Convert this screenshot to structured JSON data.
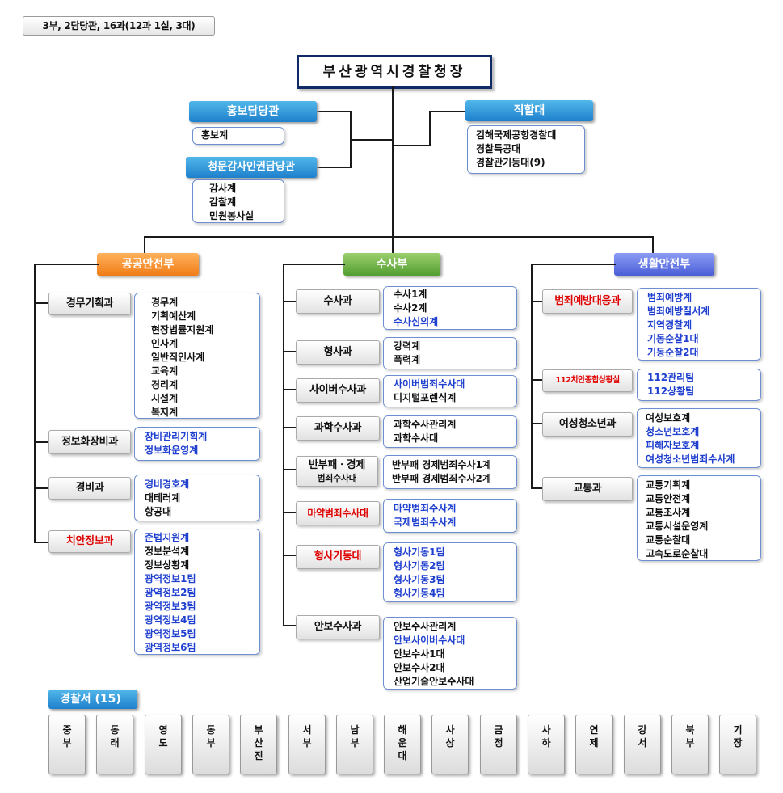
{
  "summary": "3부, 2담당관, 16과(12과 1실, 3대)",
  "top_title": "부산광역시경찰청장",
  "pr": {
    "title": "홍보담당관",
    "items": [
      "홍보계"
    ]
  },
  "audit": {
    "title": "청문감사인권담당관",
    "items": [
      "감사계",
      "감찰계",
      "민원봉사실"
    ]
  },
  "direct": {
    "title": "직할대",
    "items": [
      "김해국제공항경찰대",
      "경찰특공대",
      "경찰관기동대(9)"
    ]
  },
  "public_safety": {
    "title": "공공안전부",
    "depts": [
      {
        "name": "경무기획과",
        "items": [
          "경무계",
          "기획예산계",
          "현장법률지원계",
          "인사계",
          "일반직인사계",
          "교육계",
          "경리계",
          "시설계",
          "복지계"
        ]
      },
      {
        "name": "정보화장비과",
        "items": [
          "장비관리기획계",
          "정보화운영계"
        ]
      },
      {
        "name": "경비과",
        "items": [
          "경비경호계",
          "대테러계",
          "항공대"
        ]
      },
      {
        "name": "치안정보과",
        "items": [
          "준법지원계",
          "정보분석계",
          "정보상황계",
          "광역정보1팀",
          "광역정보2팀",
          "광역정보3팀",
          "광역정보4팀",
          "광역정보5팀",
          "광역정보6팀"
        ]
      }
    ]
  },
  "investigation": {
    "title": "수사부",
    "depts": [
      {
        "name": "수사과",
        "items": [
          "수사1계",
          "수사2계",
          "수사심의계"
        ]
      },
      {
        "name": "형사과",
        "items": [
          "강력계",
          "폭력계"
        ]
      },
      {
        "name": "사이버수사과",
        "items": [
          "사이버범죄수사대",
          "디지털포렌식계"
        ]
      },
      {
        "name": "과학수사과",
        "items": [
          "과학수사관리계",
          "과학수사대"
        ]
      },
      {
        "name": "반부패ㆍ경제",
        "name2": "범죄수사대",
        "items": [
          "반부패 경제범죄수사1계",
          "반부패 경제범죄수사2계"
        ]
      },
      {
        "name": "마약범죄수사대",
        "items": [
          "마약범죄수사계",
          "국제범죄수사계"
        ]
      },
      {
        "name": "형사기동대",
        "items": [
          "형사기동1팀",
          "형사기동2팀",
          "형사기동3팀",
          "형사기동4팀"
        ]
      },
      {
        "name": "안보수사과",
        "items": [
          "안보수사관리계",
          "안보사이버수사대",
          "안보수사1대",
          "안보수사2대",
          "산업기술안보수사대"
        ]
      }
    ]
  },
  "life_safety": {
    "title": "생활안전부",
    "depts": [
      {
        "name": "범죄예방대응과",
        "items": [
          "범죄예방계",
          "범죄예방질서계",
          "지역경찰계",
          "기동순찰1대",
          "기동순찰2대"
        ]
      },
      {
        "name": "112치안종합상황실",
        "items": [
          "112관리팀",
          "112상황팀"
        ]
      },
      {
        "name": "여성청소년과",
        "items": [
          "여성보호계",
          "청소년보호계",
          "피해자보호계",
          "여성청소년범죄수사계"
        ]
      },
      {
        "name": "교통과",
        "items": [
          "교통기획계",
          "교통안전계",
          "교통조사계",
          "교통시설운영계",
          "교통순찰대",
          "고속도로순찰대"
        ]
      }
    ]
  },
  "stations_title": "경찰서 (15)",
  "stations": [
    "중부",
    "동래",
    "영도",
    "동부",
    "부산진",
    "서부",
    "남부",
    "해운대",
    "사상",
    "금정",
    "사하",
    "연제",
    "강서",
    "북부",
    "기장"
  ],
  "colors": {
    "blue_header": "#1e7fcc",
    "orange_header": "#f07c16",
    "green_header": "#529e30",
    "purple_header": "#4a5ed8",
    "red_text": "#e00000",
    "blue_text": "#1f3fcf"
  }
}
